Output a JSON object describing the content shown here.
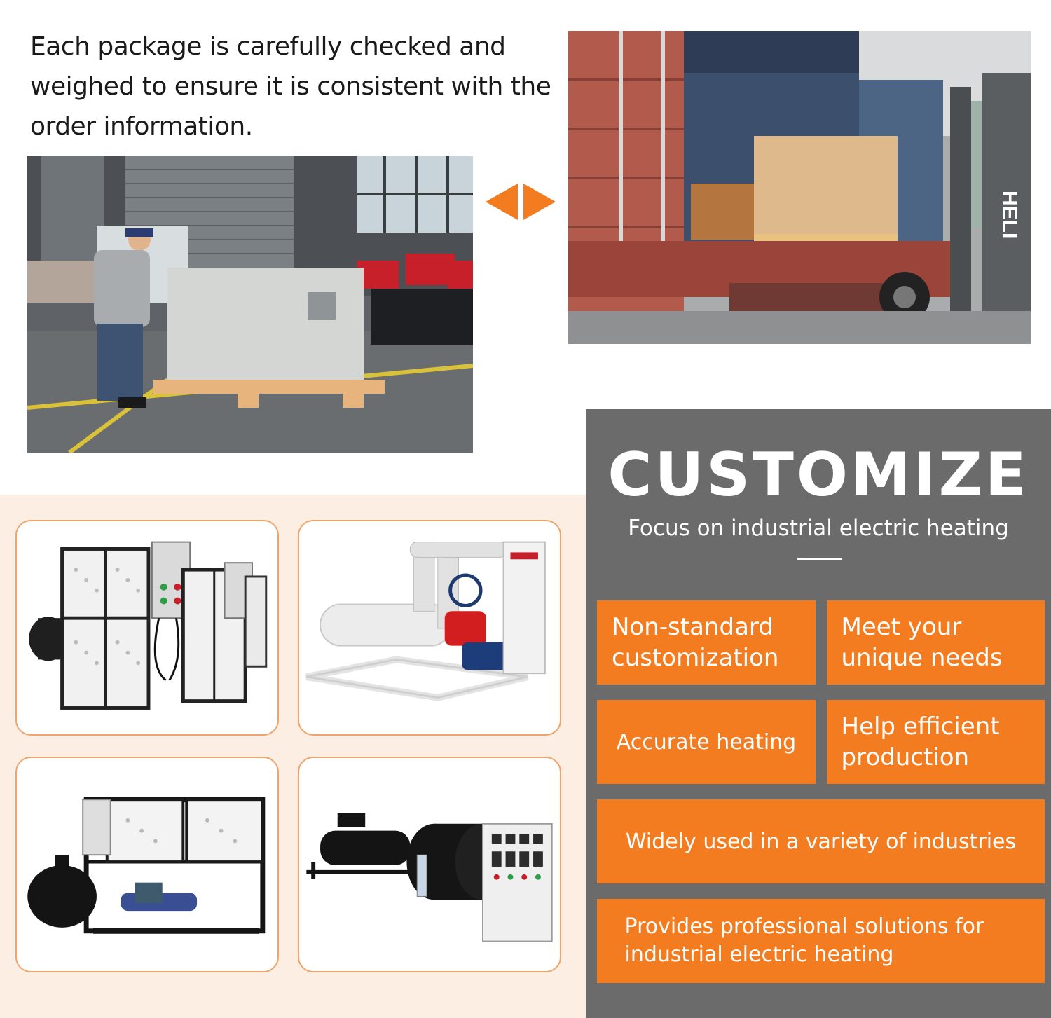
{
  "intro": {
    "text": "Each package is carefully checked and weighed to ensure it is consistent with the order information."
  },
  "photos": {
    "warehouse": "warehouse-packing-photo",
    "truck": "truck-loading-photo"
  },
  "colors": {
    "accent": "#f47c20",
    "panel": "#6b6b6b",
    "product_bg": "#fdeee3",
    "card_border": "#f0a46a"
  },
  "truck_label": "HELI",
  "customize": {
    "title": "CUSTOMIZE",
    "subtitle": "Focus on industrial electric heating",
    "features": [
      "Non-standard customization",
      "Meet your unique needs",
      "Accurate heating",
      "Help efficient production",
      "Widely used in a variety of industries",
      "Provides professional solutions for industrial electric heating"
    ]
  },
  "products": [
    {
      "icon": "electric-heater-cabinet-image"
    },
    {
      "icon": "heat-exchanger-skid-image"
    },
    {
      "icon": "heater-frame-unit-image"
    },
    {
      "icon": "tank-heater-control-box-image"
    }
  ]
}
